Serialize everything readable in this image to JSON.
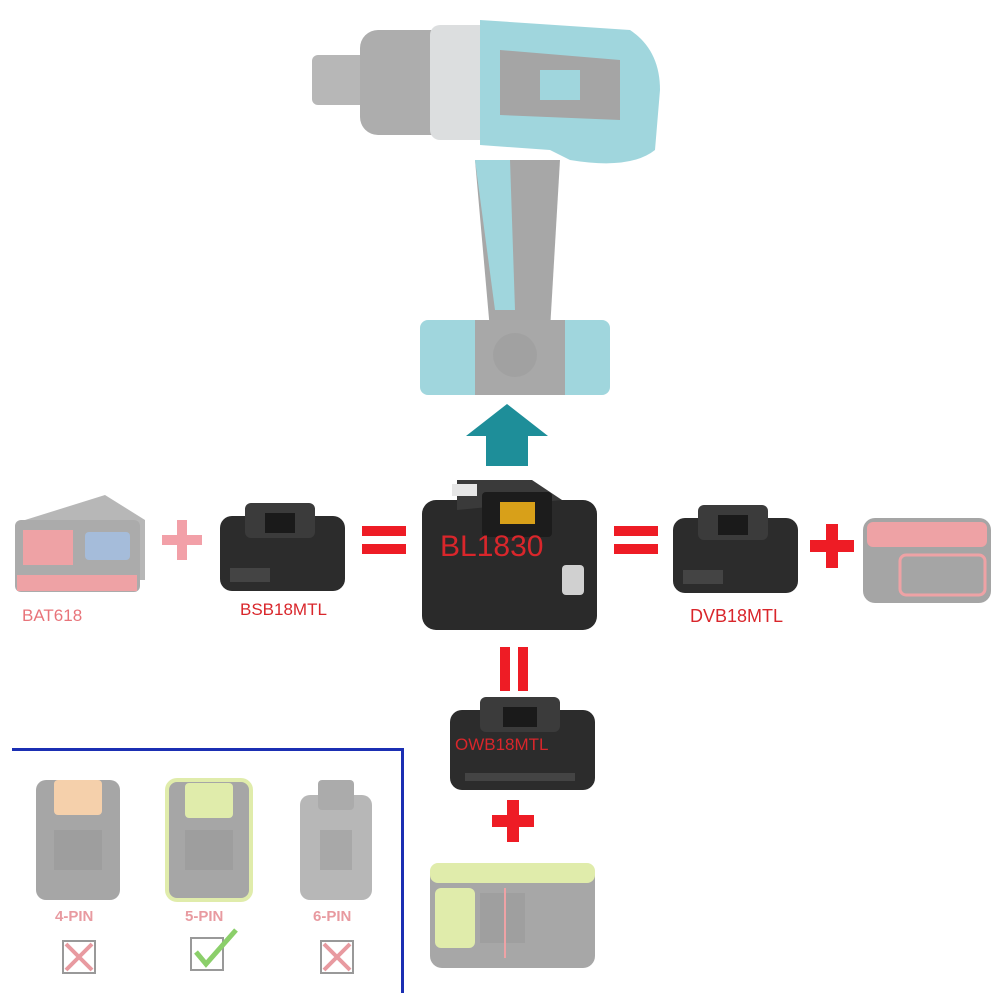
{
  "tool": {
    "name": "impact-wrench",
    "accent": "#1e9fb0"
  },
  "center_battery": {
    "label": "BL1830",
    "label_color": "#d9262b"
  },
  "adapters": {
    "left": {
      "label": "BSB18MTL"
    },
    "right": {
      "label": "DVB18MTL"
    },
    "bottom": {
      "label": "OWB18MTL"
    }
  },
  "batteries": {
    "left": {
      "label": "BAT618",
      "color": "#d8232a"
    },
    "right": {
      "color": "#d8232a"
    },
    "bottom": {
      "color": "#b6d23a"
    }
  },
  "symbols": {
    "plus": "+",
    "equals": "=",
    "accent_red": "#ee1c25",
    "arrow_color": "#1e8e99"
  },
  "pin_panel": {
    "border_color": "#1b2fb3",
    "items": [
      {
        "label": "4-PIN",
        "status": "x",
        "color": "#e8913a"
      },
      {
        "label": "5-PIN",
        "status": "check",
        "color": "#b6d23a"
      },
      {
        "label": "6-PIN",
        "status": "x",
        "color": "#555555"
      }
    ]
  }
}
